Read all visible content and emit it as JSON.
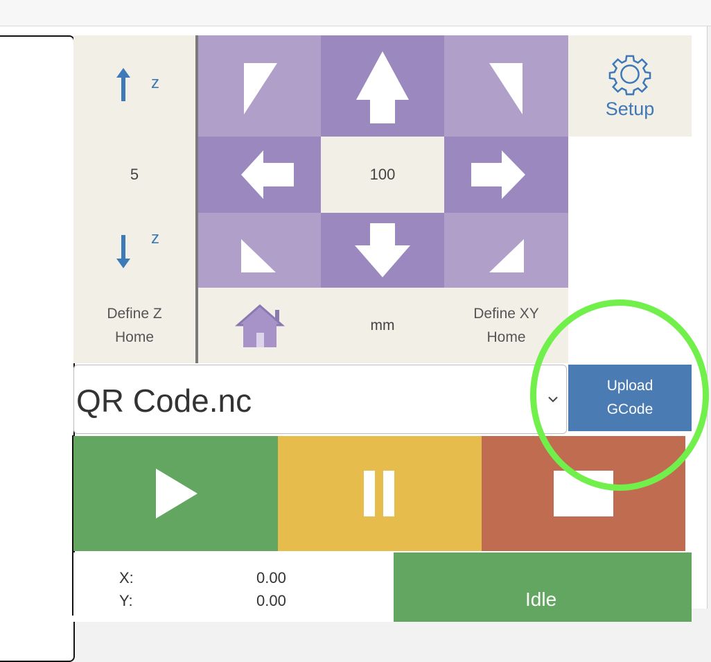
{
  "z_controls": {
    "up_label": "z",
    "step": "5",
    "down_label": "z",
    "define_home": "Define Z Home"
  },
  "xy_controls": {
    "step": "100",
    "units": "mm",
    "define_home": "Define XY Home"
  },
  "setup": {
    "label": "Setup"
  },
  "file_select": {
    "selected": "QR Code.nc"
  },
  "upload": {
    "label": "Upload GCode"
  },
  "coords": [
    {
      "axis": "X:",
      "value": "0.00"
    },
    {
      "axis": "Y:",
      "value": "0.00"
    }
  ],
  "status": "Idle",
  "colors": {
    "jog_light": "#b09fc9",
    "jog_dark": "#9a88bf",
    "cream": "#f1efe6",
    "upload_blue": "#4a7bb3",
    "play_green": "#63a662",
    "pause_yellow": "#e6bc4c",
    "stop_red": "#bf6c50",
    "highlight_green": "#71ef4a"
  }
}
